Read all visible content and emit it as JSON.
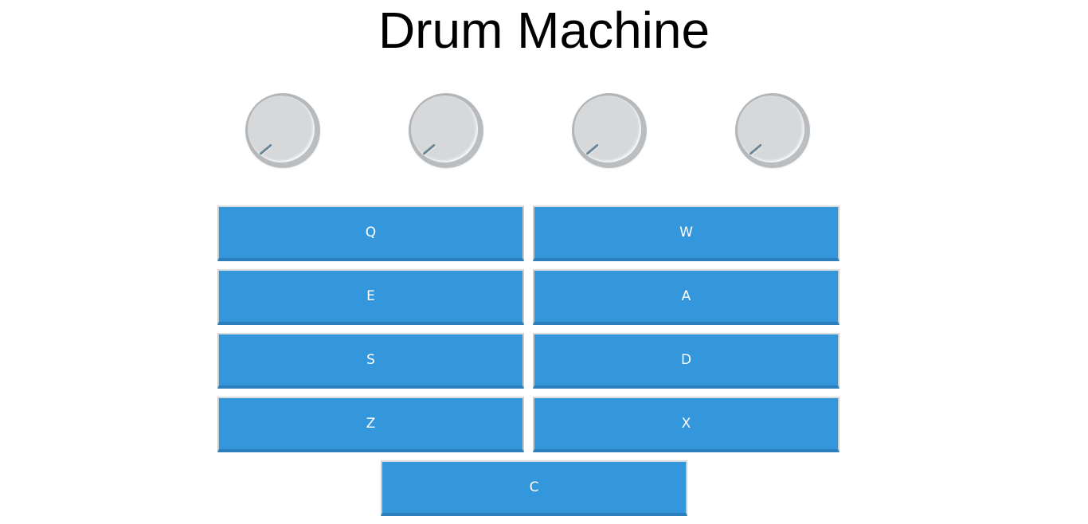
{
  "app": {
    "title": "Drum Machine"
  },
  "knobs": [
    {
      "name": "knob-1"
    },
    {
      "name": "knob-2"
    },
    {
      "name": "knob-3"
    },
    {
      "name": "knob-4"
    }
  ],
  "pads": [
    {
      "key": "Q"
    },
    {
      "key": "W"
    },
    {
      "key": "E"
    },
    {
      "key": "A"
    },
    {
      "key": "S"
    },
    {
      "key": "D"
    },
    {
      "key": "Z"
    },
    {
      "key": "X"
    },
    {
      "key": "C"
    }
  ],
  "colors": {
    "pad": "#3597db",
    "pad_shadow": "#2a7fbd",
    "knob_face": "#d6d8da",
    "knob_rim": "#b7babd",
    "pointer": "#6b8797"
  }
}
